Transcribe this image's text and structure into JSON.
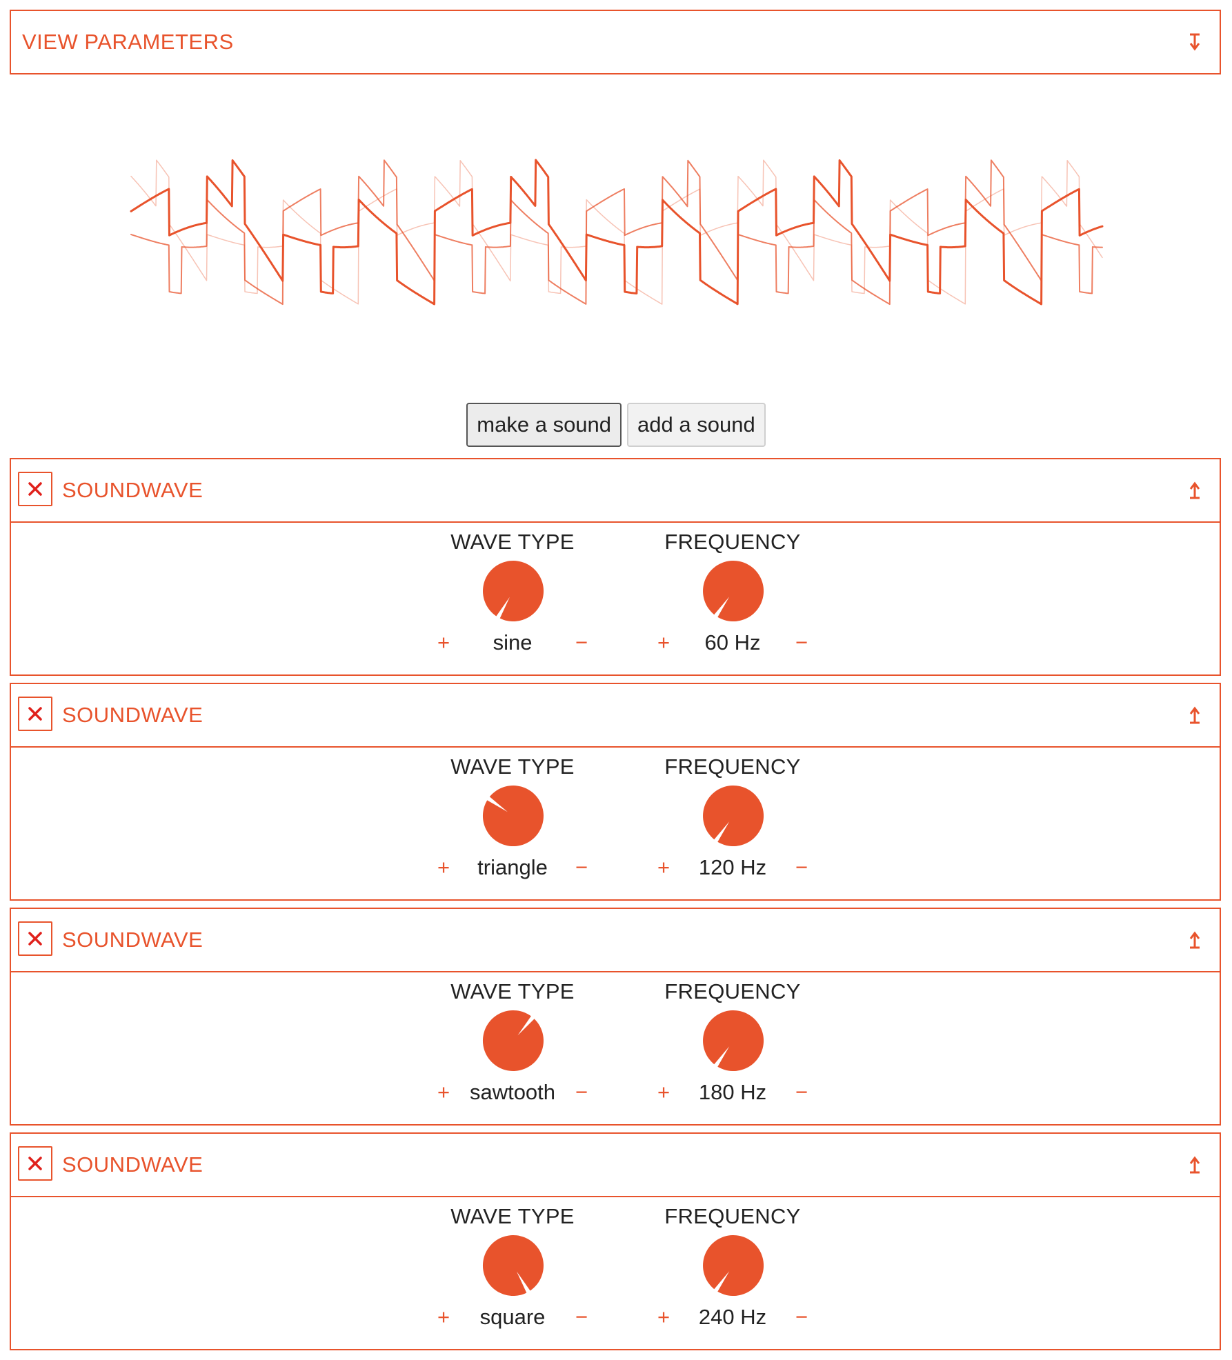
{
  "view_parameters": {
    "title": "VIEW PARAMETERS",
    "toggle_icon": "expand-arrow-icon"
  },
  "actions": {
    "make_sound_label": "make a sound",
    "add_sound_label": "add a sound"
  },
  "colors": {
    "accent": "#e8532c",
    "close_x": "#e0201b",
    "text": "#222222"
  },
  "soundwaves": [
    {
      "title": "SOUNDWAVE",
      "wave_type": {
        "label": "WAVE TYPE",
        "value": "sine",
        "plus": "+",
        "minus": "−"
      },
      "frequency": {
        "label": "FREQUENCY",
        "value": "60 Hz",
        "plus": "+",
        "minus": "−"
      }
    },
    {
      "title": "SOUNDWAVE",
      "wave_type": {
        "label": "WAVE TYPE",
        "value": "triangle",
        "plus": "+",
        "minus": "−"
      },
      "frequency": {
        "label": "FREQUENCY",
        "value": "120 Hz",
        "plus": "+",
        "minus": "−"
      }
    },
    {
      "title": "SOUNDWAVE",
      "wave_type": {
        "label": "WAVE TYPE",
        "value": "sawtooth",
        "plus": "+",
        "minus": "−"
      },
      "frequency": {
        "label": "FREQUENCY",
        "value": "180 Hz",
        "plus": "+",
        "minus": "−"
      }
    },
    {
      "title": "SOUNDWAVE",
      "wave_type": {
        "label": "WAVE TYPE",
        "value": "square",
        "plus": "+",
        "minus": "−"
      },
      "frequency": {
        "label": "FREQUENCY",
        "value": "240 Hz",
        "plus": "+",
        "minus": "−"
      }
    }
  ]
}
